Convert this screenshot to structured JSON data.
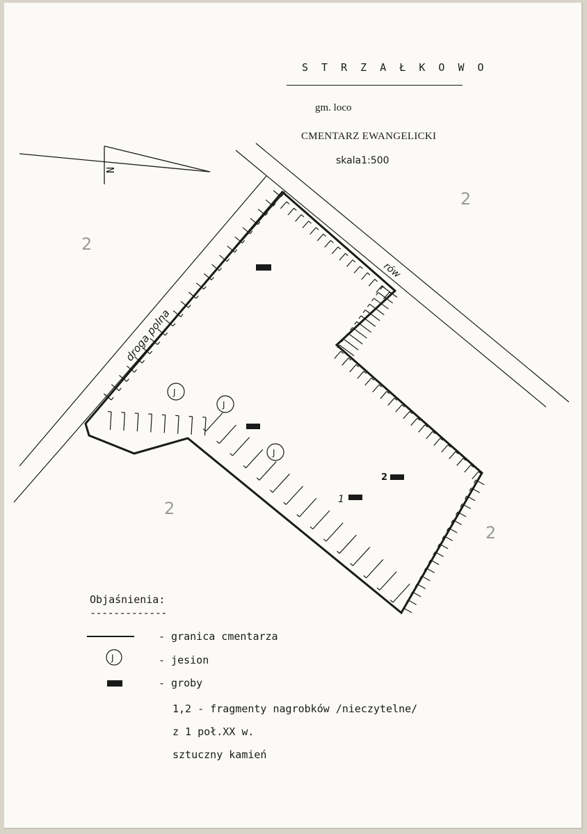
{
  "header": {
    "title": "S T R Z A Ł K O W O",
    "gmina": "gm. loco",
    "subtitle": "CMENTARZ EWANGELICKI",
    "scale": "skala1:500"
  },
  "map": {
    "road_label": "droga polna",
    "ditch_label": "rów",
    "north_label": "N",
    "tree_label": "J",
    "gravestone_labels": [
      "1",
      "2"
    ],
    "pencil_marks": [
      "2",
      "2",
      "2",
      "2"
    ]
  },
  "legend": {
    "title": "Objaśnienia:",
    "underline": "-------------",
    "items": [
      {
        "symbol": "line",
        "text": "- granica cmentarza"
      },
      {
        "symbol": "tree",
        "text": "- jesion"
      },
      {
        "symbol": "grave",
        "text": "- groby"
      }
    ],
    "notes": [
      "1,2 - fragmenty nagrobków /nieczytelne/",
      "z 1 poł.XX w.",
      "sztuczny kamień"
    ]
  },
  "colors": {
    "ink": "#1a1a1a",
    "paper": "#fbfaf6",
    "pencil": "#9a9a9a"
  }
}
